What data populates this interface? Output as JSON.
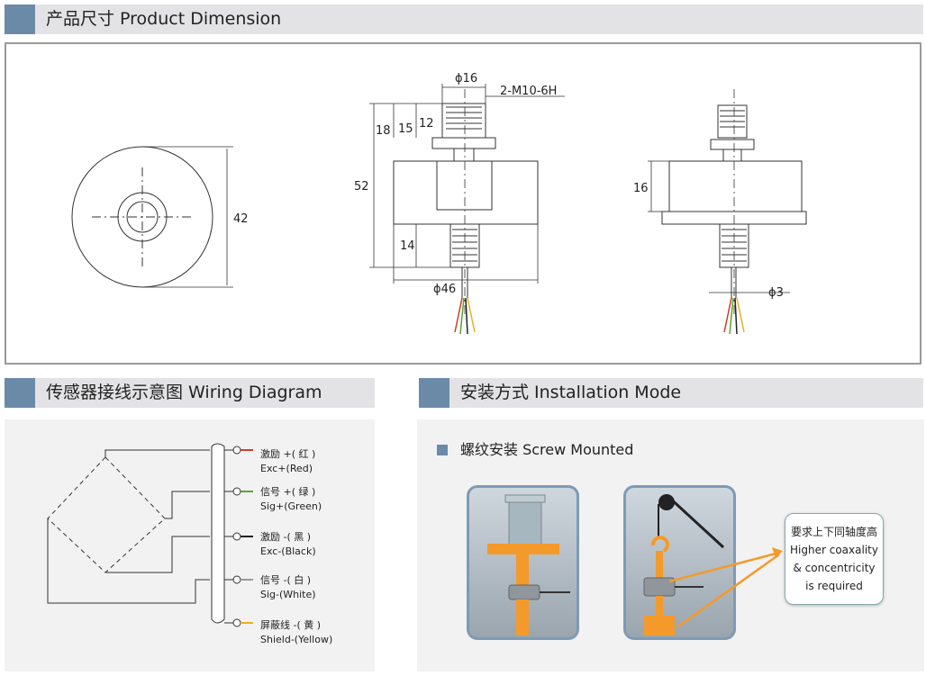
{
  "sections": {
    "dimension": "产品尺寸 Product Dimension",
    "wiring": "传感器接线示意图 Wiring Diagram",
    "install": "安装方式 Installation Mode"
  },
  "dimensions": {
    "top_dia": "42",
    "thread_dia": "ϕ16",
    "thread_spec": "2-M10-6H",
    "h18": "18",
    "h15": "15",
    "h12": "12",
    "h52": "52",
    "h14": "14",
    "body_dia": "ϕ46",
    "side_h16": "16",
    "cable_dia": "ϕ3"
  },
  "wiring": [
    {
      "cn": "激励 +( 红 )",
      "en": "Exc+(Red)",
      "color": "#d23a2a"
    },
    {
      "cn": "信号 +( 绿 )",
      "en": "Sig+(Green)",
      "color": "#5aa532"
    },
    {
      "cn": "激励 -( 黑 )",
      "en": "Exc-(Black)",
      "color": "#222222"
    },
    {
      "cn": "信号 -( 白 )",
      "en": "Sig-(White)",
      "color": "#ffffff"
    },
    {
      "cn": "屏蔽线 -( 黄 )",
      "en": "Shield-(Yellow)",
      "color": "#e8b020"
    }
  ],
  "install": {
    "sub_title": "螺纹安装 Screw Mounted",
    "note_cn": "要求上下同轴度高",
    "note_en1": "Higher coaxality",
    "note_en2": "& concentricity",
    "note_en3": "is required"
  },
  "colors": {
    "accent": "#6b8aa8",
    "bar_bg": "#e3e3e5",
    "orange": "#f39a2a"
  }
}
